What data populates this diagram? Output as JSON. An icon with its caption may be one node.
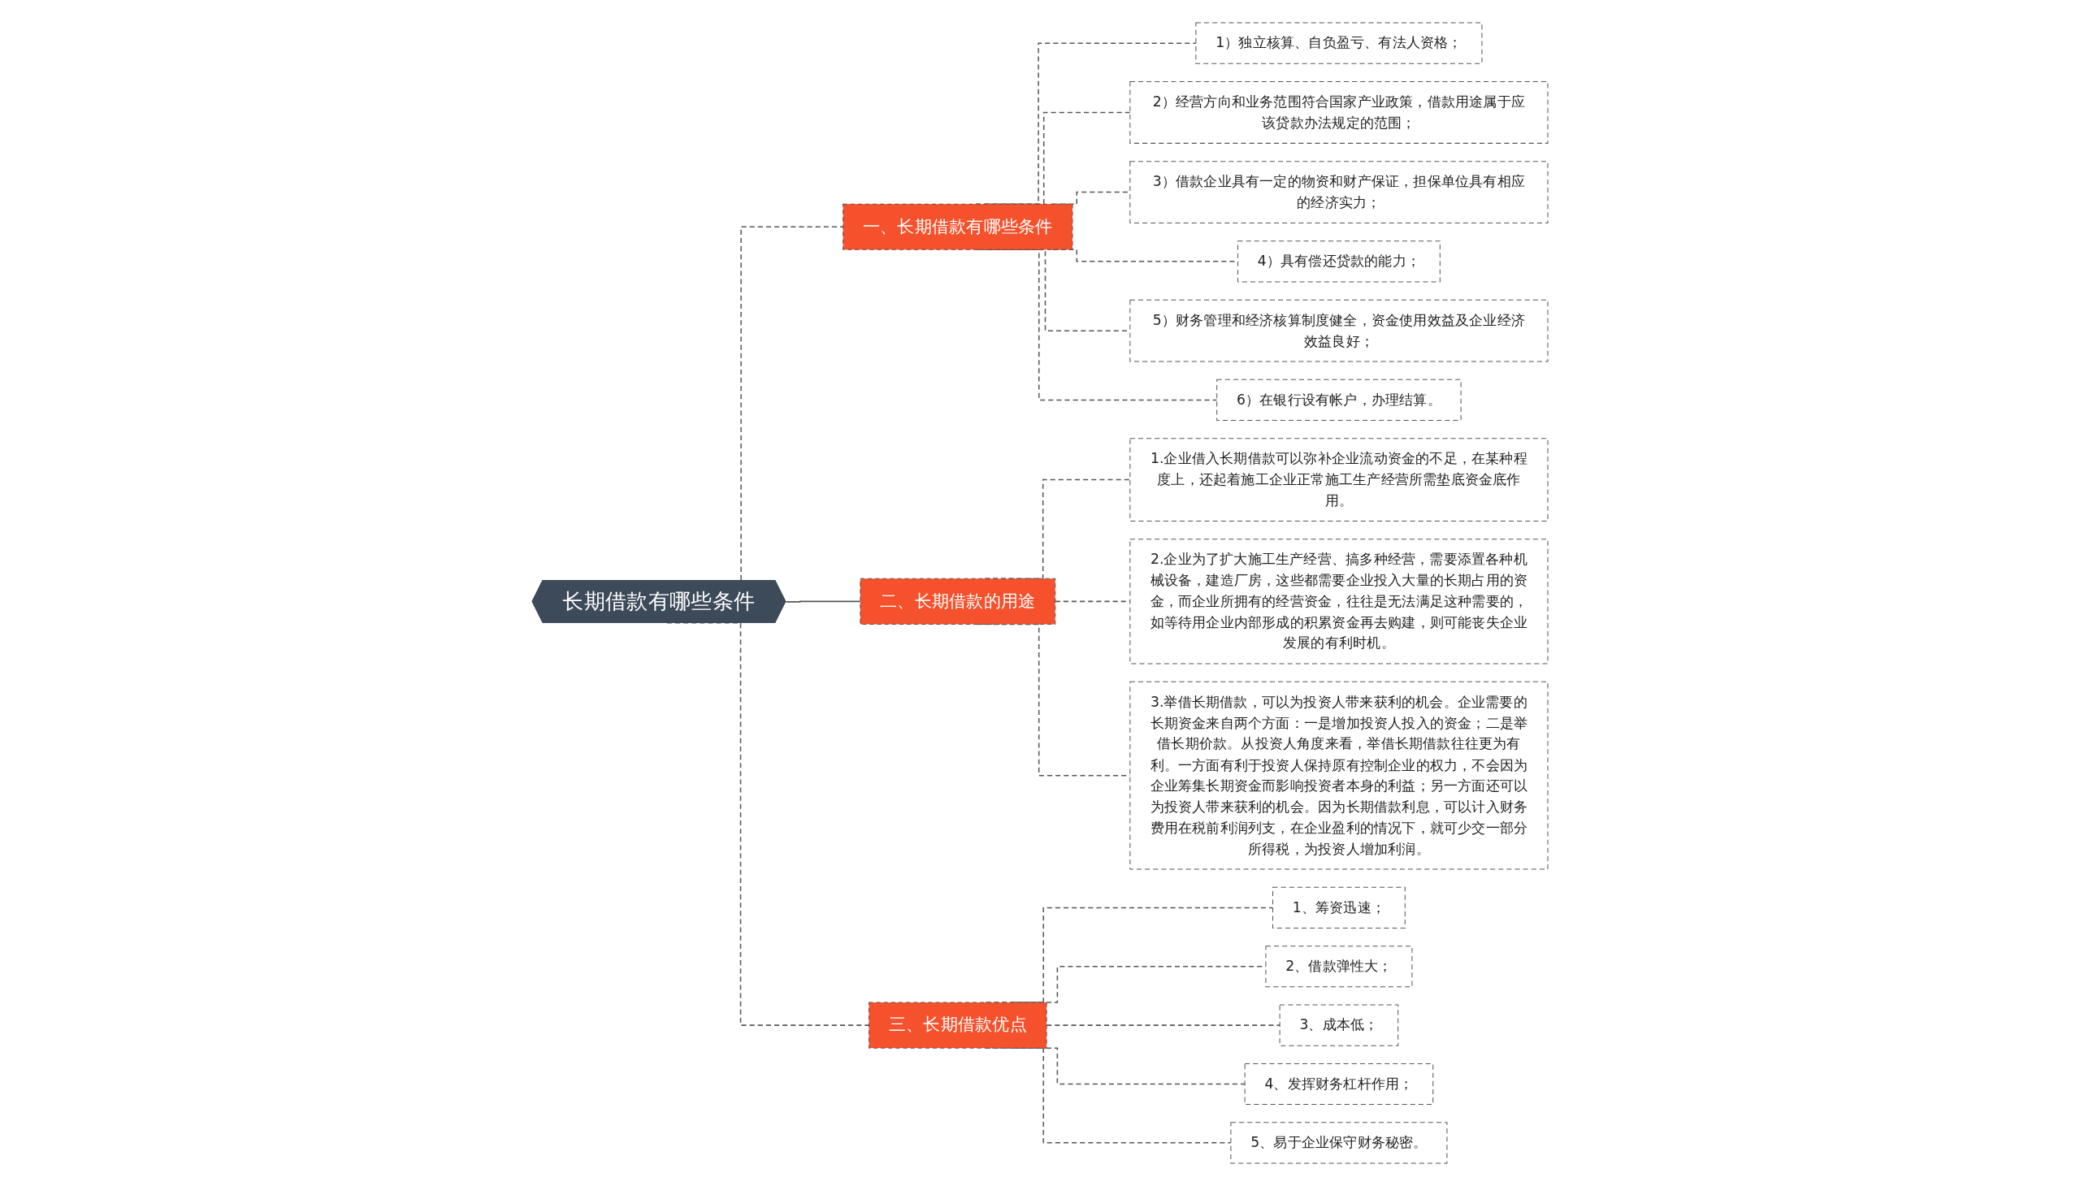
{
  "diagram": {
    "nodes": [
      {
        "text": [
          "长期借款有哪些条件"
        ]
      },
      {
        "text": [
          "一、长期借款有哪些条件"
        ]
      },
      {
        "text": [
          "1）独立核算、自负盈亏、有法人资格；"
        ]
      },
      {
        "text": [
          "2）经营方向和业务范围符合国家产业政策，借款用途属于应该贷款办法规定的范围；"
        ]
      },
      {
        "text": [
          "3）借款企业具有一定的物资和财产保证，担保单位具有相应的经济实力；"
        ]
      },
      {
        "text": [
          "4）具有偿还贷款的能力；"
        ]
      },
      {
        "text": [
          "5）财务管理和经济核算制度健全，资金使用效益及企业经济效益良好；"
        ]
      },
      {
        "text": [
          "6）在银行设有帐户，办理结算。"
        ]
      },
      {
        "text": [
          "二、长期借款的用途"
        ]
      },
      {
        "text": [
          "1.企业借入长期借款可以弥补企业流动资金的不足，在某种程度上，还起着施工企业正常施工生产经营所需垫底资金底作用。"
        ]
      },
      {
        "text": [
          "2.企业为了扩大施工生产经营、搞多种经营，需要添置各种机械设备，建造厂房，这些都需要企业投入大量的长期占用的资金，而企业所拥有的经营资金，往往是无法满足这种需要的，如等待用企业内部形成的积累资金再去购建，则可能丧失企业发展的有利时机。"
        ]
      },
      {
        "text": [
          "3.举借长期借款，可以为投资人带来获利的机会。企业需要的长期资金来自两个方面：一是增加投资人投入的资金；二是举借长期价款。从投资人角度来看，举借长期借款往往更为有利。一方面有利于投资人保持原有控制企业的权力，不会因为企业筹集长期资金而影响投资者本身的利益；另一方面还可以为投资人带来获利的机会。因为长期借款利息，可以计入财务费用在税前利润列支，在企业盈利的情况下，就可少交一部分所得税，为投资人增加利润。"
        ]
      },
      {
        "text": [
          "三、长期借款优点"
        ]
      },
      {
        "text": [
          "1、筹资迅速；"
        ]
      },
      {
        "text": [
          "2、借款弹性大；"
        ]
      },
      {
        "text": [
          "3、成本低；"
        ]
      },
      {
        "text": [
          "4、发挥财务杠杆作用；"
        ]
      },
      {
        "text": [
          "5、易于企业保守财务秘密。"
        ]
      }
    ],
    "edges": [
      {
        "from": 0,
        "to": 1,
        "arrow": "none",
        "style": "dashed"
      },
      {
        "from": 1,
        "to": 2,
        "arrow": "none",
        "style": "dashed"
      },
      {
        "from": 1,
        "to": 3,
        "arrow": "none",
        "style": "dashed"
      },
      {
        "from": 1,
        "to": 4,
        "arrow": "none",
        "style": "dashed"
      },
      {
        "from": 1,
        "to": 5,
        "arrow": "none",
        "style": "dashed"
      },
      {
        "from": 1,
        "to": 6,
        "arrow": "none",
        "style": "dashed"
      },
      {
        "from": 1,
        "to": 7,
        "arrow": "none",
        "style": "dashed"
      },
      {
        "from": 0,
        "to": 8,
        "arrow": "none"
      },
      {
        "from": 8,
        "to": 9,
        "arrow": "none",
        "style": "dashed"
      },
      {
        "from": 8,
        "to": 10,
        "arrow": "none",
        "style": "dashed"
      },
      {
        "from": 8,
        "to": 11,
        "arrow": "none",
        "style": "dashed"
      },
      {
        "from": 0,
        "to": 12,
        "arrow": "none",
        "style": "dashed"
      },
      {
        "from": 12,
        "to": 13,
        "arrow": "none",
        "style": "dashed"
      },
      {
        "from": 12,
        "to": 14,
        "arrow": "none",
        "style": "dashed"
      },
      {
        "from": 12,
        "to": 15,
        "arrow": "none",
        "style": "dashed"
      },
      {
        "from": 12,
        "to": 16,
        "arrow": "none",
        "style": "dashed"
      },
      {
        "from": 12,
        "to": 17,
        "arrow": "none",
        "style": "dashed"
      }
    ]
  }
}
